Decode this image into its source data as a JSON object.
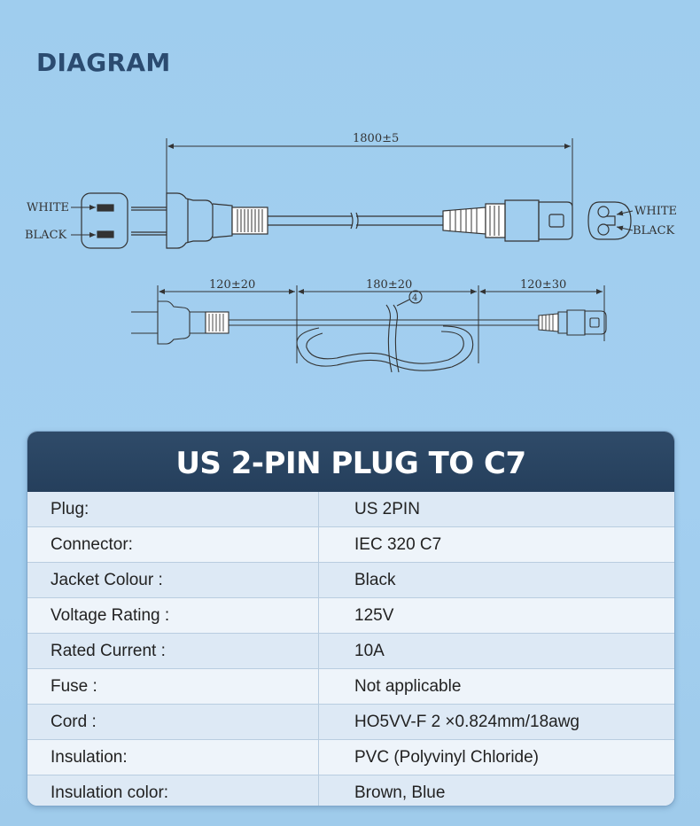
{
  "heading": "DIAGRAM",
  "diagram": {
    "labels": {
      "white_left": "WHITE",
      "black_left": "BLACK",
      "white_right": "WHITE",
      "black_right": "BLACK",
      "total_length": "1800±5",
      "left_length": "120±20",
      "middle_length": "180±20",
      "right_length": "120±30",
      "bundle_marker": "4"
    }
  },
  "spec": {
    "title": "US 2-PIN PLUG TO C7",
    "rows": [
      {
        "label": "Plug:",
        "value": "US 2PIN"
      },
      {
        "label": "Connector:",
        "value": "IEC 320 C7"
      },
      {
        "label": "Jacket Colour :",
        "value": "Black"
      },
      {
        "label": "Voltage Rating :",
        "value": "125V"
      },
      {
        "label": "Rated Current :",
        "value": "10A"
      },
      {
        "label": "Fuse :",
        "value": "Not applicable"
      },
      {
        "label": "Cord :",
        "value": "HO5VV-F 2 ×0.824mm/18awg"
      },
      {
        "label": "Insulation:",
        "value": "PVC (Polyvinyl Chloride)"
      },
      {
        "label": "Insulation color:",
        "value": "Brown, Blue"
      }
    ]
  }
}
